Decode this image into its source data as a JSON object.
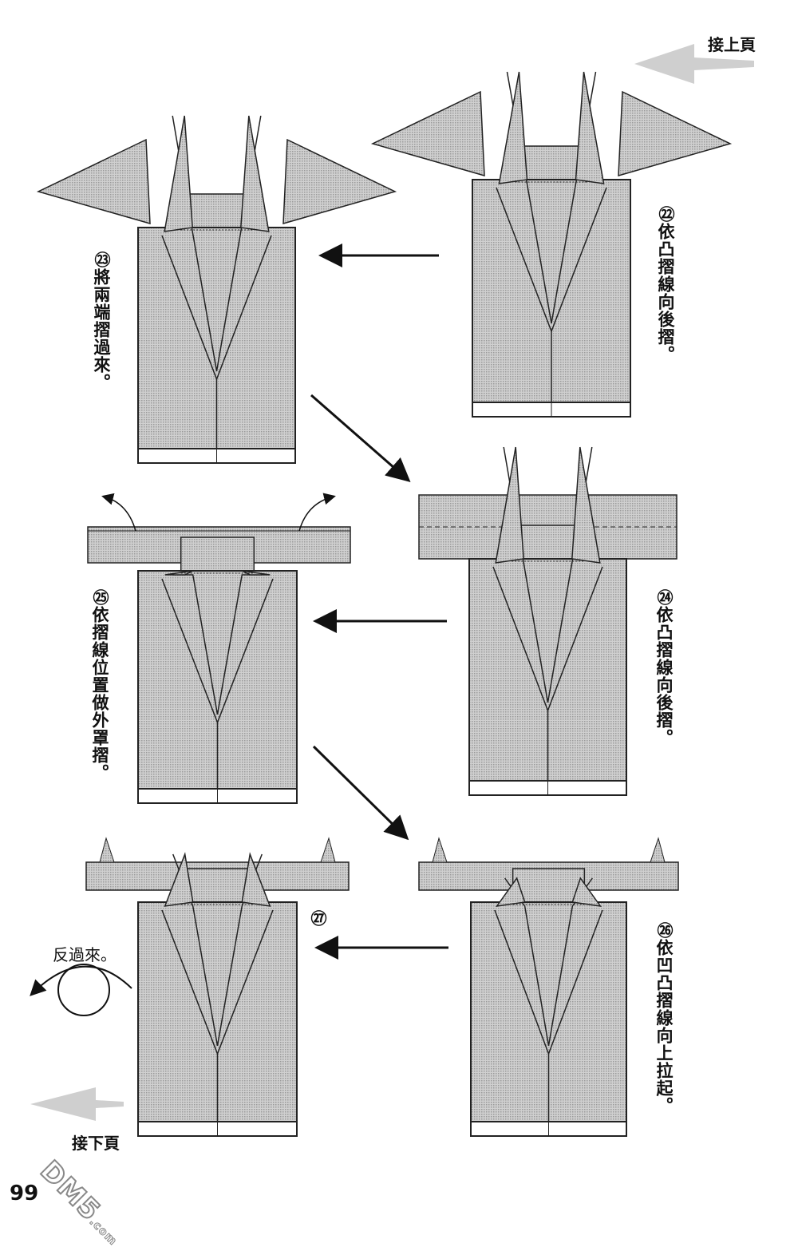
{
  "nav": {
    "prev_page": "接上頁",
    "next_page": "接下頁"
  },
  "page_number": "99",
  "watermark": "DM5.com",
  "steps": [
    {
      "num": "㉒",
      "text": "依凸摺線向後摺。"
    },
    {
      "num": "㉓",
      "text": "將兩端摺過來。"
    },
    {
      "num": "㉔",
      "text": "依凸摺線向後摺。"
    },
    {
      "num": "㉕",
      "text": "依摺線位置做外罩摺。"
    },
    {
      "num": "㉖",
      "text": "依凹凸摺線向上拉起。"
    },
    {
      "num": "㉗",
      "text": ""
    }
  ],
  "flip_label": "反過來。",
  "colors": {
    "paper": "#c4c4c4",
    "outline": "#222222",
    "nav_arrow": "#cfcfcf"
  }
}
